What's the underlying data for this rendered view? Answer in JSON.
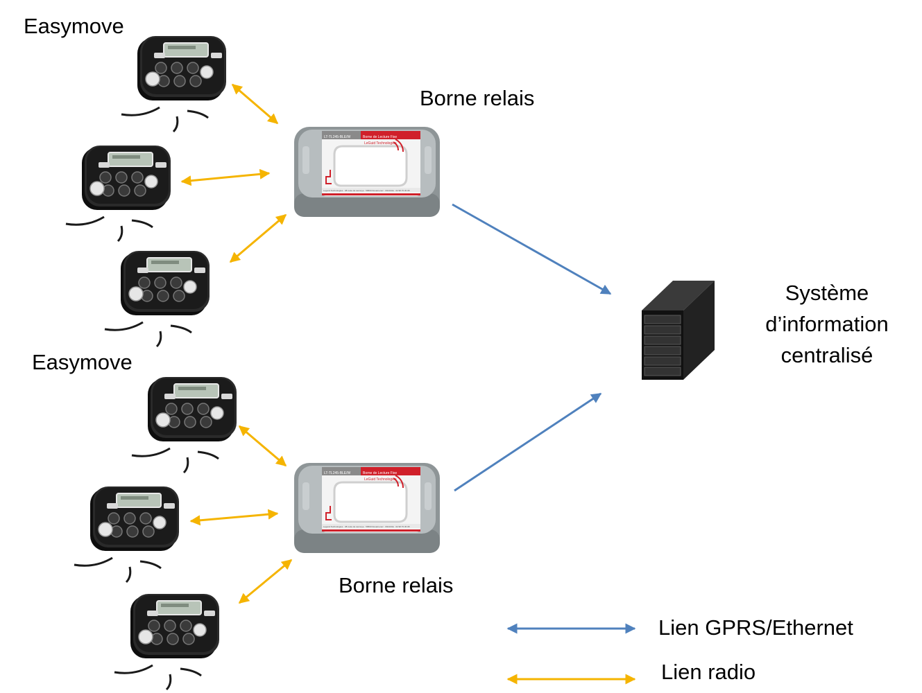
{
  "labels": {
    "easymove_top": "Easymove",
    "easymove_bottom": "Easymove",
    "relay_top": "Borne relais",
    "relay_bottom": "Borne relais",
    "server_line1": "Système",
    "server_line2": "d’information",
    "server_line3": "centralisé"
  },
  "relay_box": {
    "header_left": "LT-TL245-BLE/W",
    "header_right": "Borne de Lecture Fixe",
    "brand": "LeGuid Technologies",
    "footer": "Legend Technologies · 38 route de Lannoye · 59500 Douarnenez · FRANCE · 02 98 75 45 08"
  },
  "legend": {
    "gprs_label": "Lien GPRS/Ethernet",
    "radio_label": "Lien radio"
  },
  "colors": {
    "gprs_link": "#4f81bd",
    "radio_link": "#f5b400",
    "server_body": "#111111",
    "device_body": "#1b1b1b",
    "relay_body": "#a9b0b2",
    "relay_accent": "#d0202a"
  },
  "icons": [
    "easymove-device-icon",
    "relay-box-icon",
    "server-tower-icon"
  ]
}
